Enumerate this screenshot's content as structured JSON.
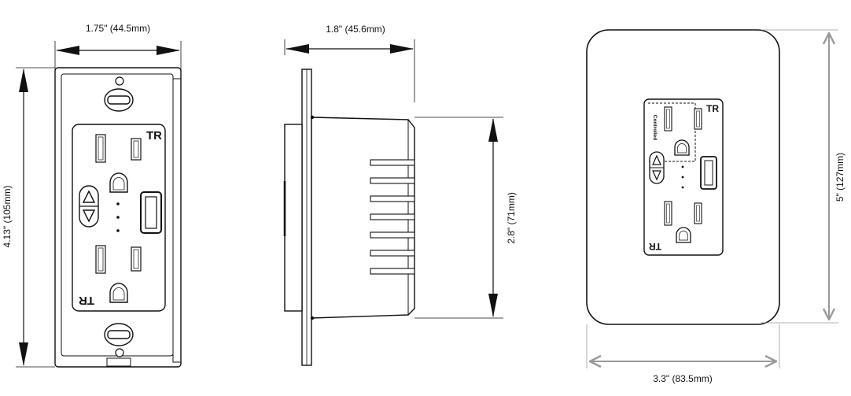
{
  "front_view": {
    "width_dimension": "1.75\" (44.5mm)",
    "height_dimension": "4.13\" (105mm)",
    "tr_top": "TR",
    "tr_bottom": "TR"
  },
  "side_view": {
    "depth_dimension": "1.8\" (45.6mm)",
    "body_height_dimension": "2.8\" (71mm)"
  },
  "plate_view": {
    "width_dimension": "3.3\" (83.5mm)",
    "height_dimension": "5\" (127mm)",
    "tr_top": "TR",
    "tr_bottom": "TR",
    "controlled_label": "Controlled"
  },
  "colors": {
    "line": "#111111",
    "plate_dimension": "#999999"
  }
}
